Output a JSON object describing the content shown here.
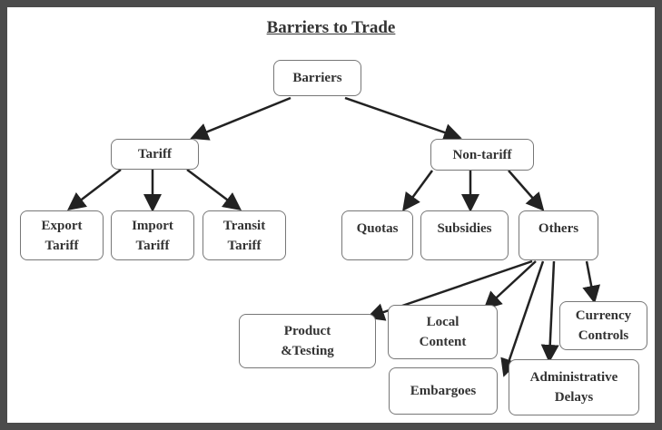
{
  "title": "Barriers to Trade",
  "nodes": {
    "barriers": "Barriers",
    "tariff": "Tariff",
    "non_tariff": "Non-tariff",
    "export_tariff": "Export\nTariff",
    "import_tariff": "Import\nTariff",
    "transit_tariff": "Transit\nTariff",
    "quotas": "Quotas",
    "subsidies": "Subsidies",
    "others": "Others",
    "product_testing": "Product\n&Testing",
    "local_content": "Local\nContent",
    "currency_controls": "Currency\nControls",
    "embargoes": "Embargoes",
    "administrative_delays": "Administrative\nDelays"
  }
}
